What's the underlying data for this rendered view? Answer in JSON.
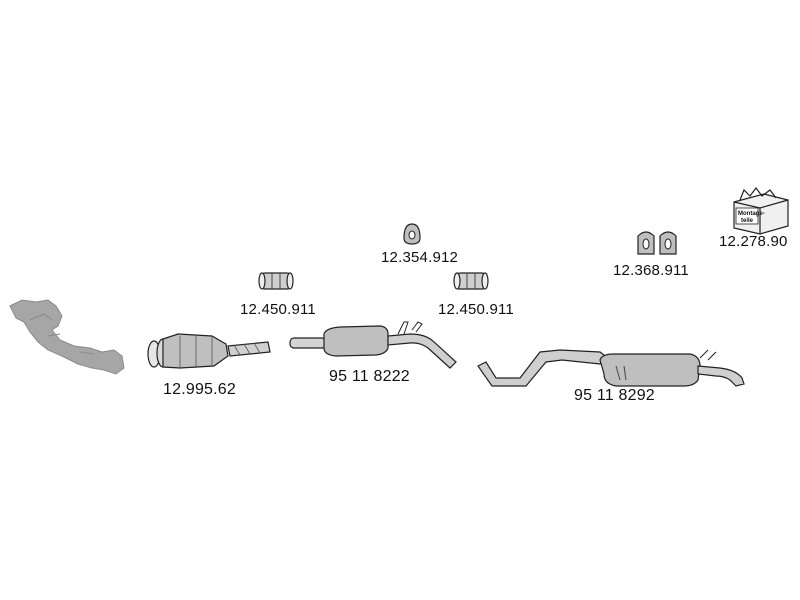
{
  "colors": {
    "part_fill": "#bfbfbf",
    "part_stroke": "#222222",
    "manifold_fill": "#a6a6a6",
    "label_text": "#111111"
  },
  "parts": [
    {
      "id": "manifold",
      "icon": "exhaust-manifold-icon",
      "label": ""
    },
    {
      "id": "catalytic_converter",
      "icon": "catalytic-converter-icon",
      "label": "12.995.62"
    },
    {
      "id": "clamp_front",
      "icon": "pipe-clamp-icon",
      "label": "12.450.911"
    },
    {
      "id": "front_silencer",
      "icon": "front-silencer-icon",
      "label": "95 11 8222"
    },
    {
      "id": "rubber_hanger",
      "icon": "rubber-hanger-icon",
      "label": "12.354.912"
    },
    {
      "id": "clamp_middle",
      "icon": "pipe-clamp-icon",
      "label": "12.450.911"
    },
    {
      "id": "rear_silencer",
      "icon": "rear-silencer-icon",
      "label": "95 11 8292"
    },
    {
      "id": "rubber_mounts",
      "icon": "rubber-mount-pair-icon",
      "label": "12.368.911"
    },
    {
      "id": "mounting_kit",
      "icon": "mounting-kit-box-icon",
      "label": "12.278.90",
      "box_text": [
        "Montage-",
        "teile"
      ]
    }
  ]
}
